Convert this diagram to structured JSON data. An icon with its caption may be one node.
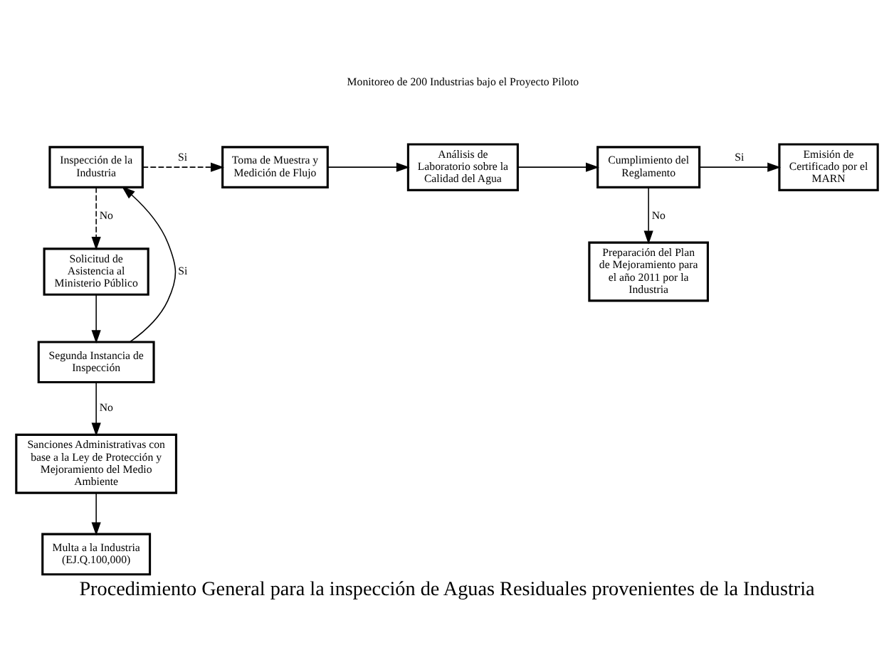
{
  "diagram": {
    "title": "Procedimiento General para la inspección de Aguas Residuales provenientes de la Industria",
    "nodes": [
      {
        "text": [
          "Inspección de la Industria"
        ]
      },
      {
        "text": [
          "Toma de Muestra y Medición de Flujo"
        ]
      },
      {
        "text": [
          "Análisis de Laboratorio sobre la Calidad del Agua"
        ]
      },
      {
        "text": [
          "Cumplimiento del Reglamento"
        ]
      },
      {
        "text": [
          "Emisión de Certificado por el MARN"
        ]
      },
      {
        "text": [
          "Solicitud de Asistencia al Ministerio Público"
        ]
      },
      {
        "text": [
          "Preparación del Plan de Mejoramiento para el año 2011 por la Industria"
        ]
      },
      {
        "text": [
          "Segunda Instancia de Inspección"
        ]
      },
      {
        "text": [
          "Sanciones Administrativas con base a la Ley de Protección y Mejoramiento del Medio Ambiente"
        ]
      },
      {
        "text": [
          "Multa a la Industria (EJ.Q.100,000)"
        ]
      }
    ],
    "edges": [
      {
        "from": 0,
        "to": 1,
        "arrow": "to",
        "label": "Si",
        "style": "dashed"
      },
      {
        "from": 1,
        "to": 2,
        "arrow": "to"
      },
      {
        "from": 2,
        "to": 3,
        "arrow": "to"
      },
      {
        "from": 3,
        "to": 4,
        "arrow": "to",
        "label": "Si"
      },
      {
        "from": 0,
        "to": 5,
        "arrow": "to",
        "label": "No",
        "style": "dashed"
      },
      {
        "from": 3,
        "to": 6,
        "arrow": "to",
        "label": "No"
      },
      {
        "from": 5,
        "to": 7,
        "arrow": "to"
      },
      {
        "from": 7,
        "to": 0,
        "arrow": "to",
        "label": "Si"
      },
      {
        "from": 7,
        "to": 8,
        "arrow": "to",
        "label": "No"
      },
      {
        "from": 8,
        "to": 9,
        "arrow": "to"
      }
    ],
    "labels": [
      "Monitoreo de 200 Industrias bajo el Proyecto Piloto"
    ]
  }
}
